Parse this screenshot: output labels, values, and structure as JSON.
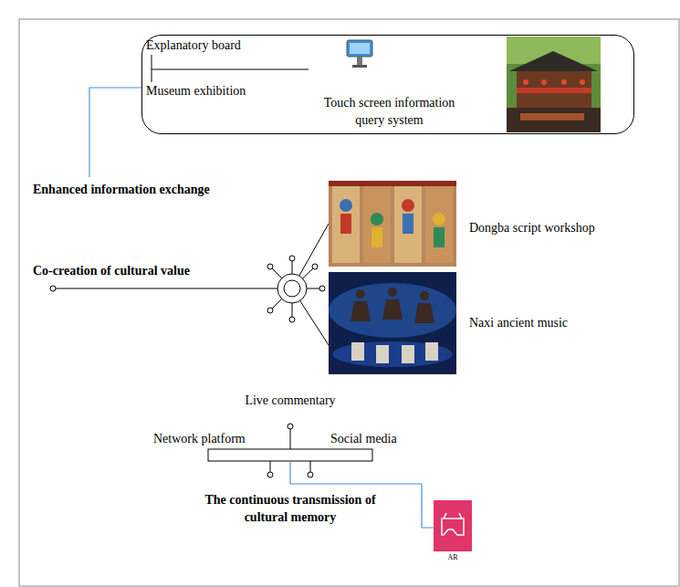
{
  "diagram": {
    "nodes": [
      {
        "text": [
          "Explanatory board",
          "Museum exhibition",
          "Touch screen information query system"
        ]
      },
      {
        "text": [
          "AR"
        ]
      }
    ],
    "labels": [
      "Enhanced information exchange",
      "Co-creation of cultural value",
      "Dongba script workshop",
      "Naxi ancient music",
      "Live commentary",
      "Network platform",
      "Social media",
      "The continuous transmission of cultural memory"
    ]
  }
}
